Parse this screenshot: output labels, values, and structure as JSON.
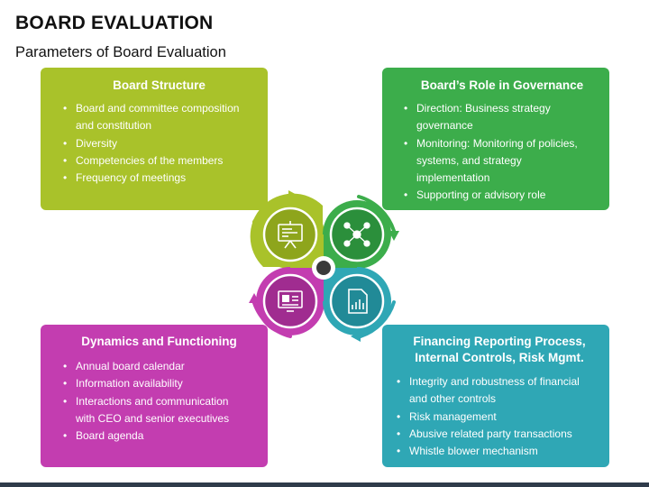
{
  "header": {
    "title": "BOARD EVALUATION",
    "subtitle": "Parameters of Board Evaluation"
  },
  "colors": {
    "structure": "#a9c22a",
    "governance": "#3cad4b",
    "dynamics": "#c33db0",
    "financing": "#2fa7b5",
    "footer": "#2f3b4a"
  },
  "boxes": {
    "structure": {
      "title": "Board Structure",
      "icon": "presentation-board-icon",
      "items": [
        "Board and committee composition and constitution",
        "Diversity",
        "Competencies of the members",
        "Frequency of meetings"
      ]
    },
    "governance": {
      "title": "Board’s Role in Governance",
      "icon": "network-people-icon",
      "items": [
        "Direction: Business strategy governance",
        "Monitoring: Monitoring of policies, systems, and strategy implementation",
        "Supporting or advisory role"
      ]
    },
    "dynamics": {
      "title": "Dynamics and Functioning",
      "icon": "monitor-dashboard-icon",
      "items": [
        "Annual board calendar",
        "Information availability",
        "Interactions and communication with CEO and senior executives",
        "Board agenda"
      ]
    },
    "financing": {
      "title": "Financing Reporting Process, Internal Controls, Risk Mgmt.",
      "icon": "financial-report-icon",
      "items": [
        "Integrity and robustness of financial and other controls",
        "Risk management",
        "Abusive related party transactions",
        "Whistle blower mechanism"
      ]
    }
  }
}
